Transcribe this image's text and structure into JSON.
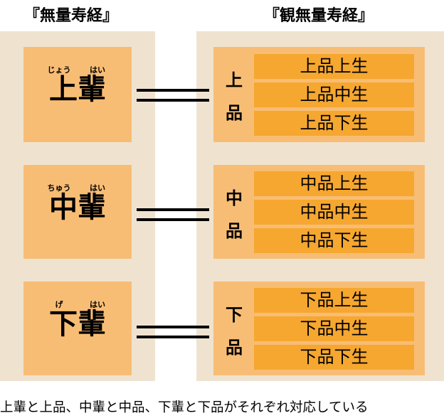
{
  "left_title": "『無量寿経』",
  "right_title": "『観無量寿経』",
  "rows": [
    {
      "left": {
        "ruby": [
          "じょう",
          "はい"
        ],
        "label": "上輩"
      },
      "right": {
        "group_chars": [
          "上",
          "品"
        ],
        "items": [
          "上品上生",
          "上品中生",
          "上品下生"
        ]
      }
    },
    {
      "left": {
        "ruby": [
          "ちゅう",
          "はい"
        ],
        "label": "中輩"
      },
      "right": {
        "group_chars": [
          "中",
          "品"
        ],
        "items": [
          "中品上生",
          "中品中生",
          "中品下生"
        ]
      }
    },
    {
      "left": {
        "ruby": [
          "げ",
          "はい"
        ],
        "label": "下輩"
      },
      "right": {
        "group_chars": [
          "下",
          "品"
        ],
        "items": [
          "下品上生",
          "下品中生",
          "下品下生"
        ]
      }
    }
  ],
  "caption": "上輩と上品、中輩と中品、下輩と下品がそれぞれ対応している",
  "colors": {
    "panel": "#efe3d0",
    "box": "#f8bd74",
    "item": "#f6a730",
    "connector": "#000000"
  }
}
